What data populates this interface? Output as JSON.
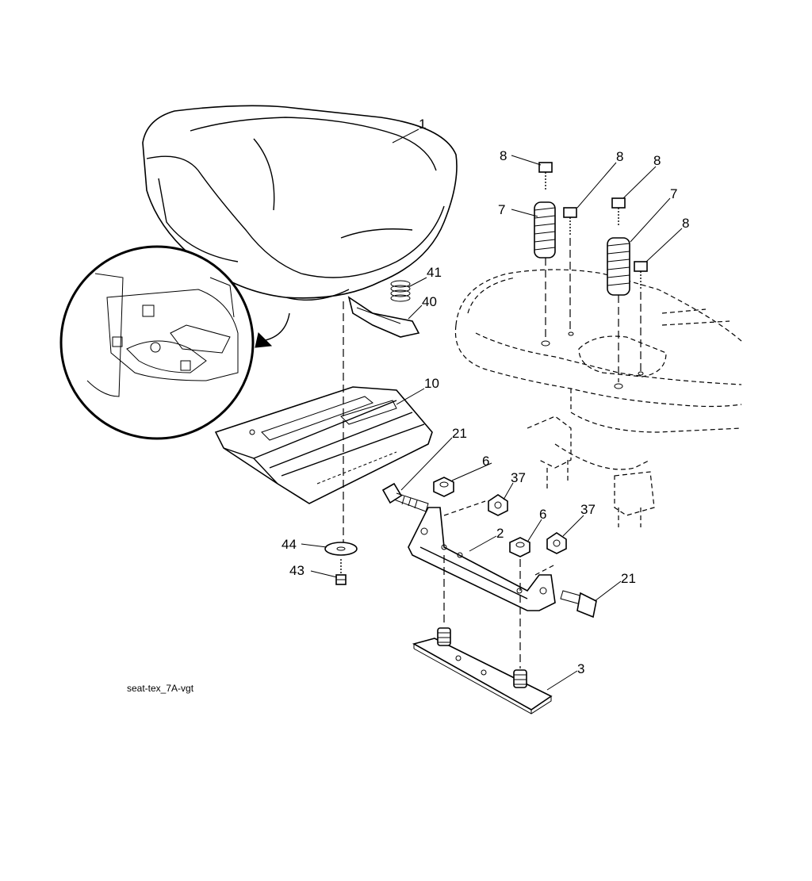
{
  "callouts": [
    {
      "id": "c1",
      "text": "1"
    },
    {
      "id": "c8a",
      "text": "8"
    },
    {
      "id": "c8b",
      "text": "8"
    },
    {
      "id": "c8c",
      "text": "8"
    },
    {
      "id": "c8d",
      "text": "8"
    },
    {
      "id": "c7a",
      "text": "7"
    },
    {
      "id": "c7b",
      "text": "7"
    },
    {
      "id": "c41",
      "text": "41"
    },
    {
      "id": "c40",
      "text": "40"
    },
    {
      "id": "c10",
      "text": "10"
    },
    {
      "id": "c21a",
      "text": "21"
    },
    {
      "id": "c6a",
      "text": "6"
    },
    {
      "id": "c37a",
      "text": "37"
    },
    {
      "id": "c6b",
      "text": "6"
    },
    {
      "id": "c37b",
      "text": "37"
    },
    {
      "id": "c2",
      "text": "2"
    },
    {
      "id": "c21b",
      "text": "21"
    },
    {
      "id": "c44",
      "text": "44"
    },
    {
      "id": "c43",
      "text": "43"
    },
    {
      "id": "c3",
      "text": "3"
    }
  ],
  "drawing_code": "seat-tex_7A-vgt"
}
